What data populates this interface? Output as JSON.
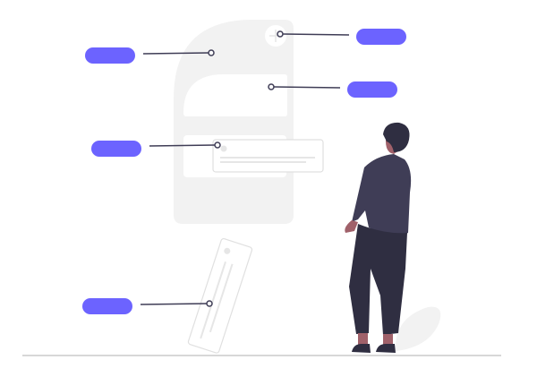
{
  "colors": {
    "accent": "#6c63ff",
    "phone": "#f2f2f2",
    "line": "#3f3d56",
    "shirt": "#3f3d56",
    "pants": "#2f2e41",
    "skin": "#a0616a",
    "ground": "#cacaca"
  },
  "callouts": [
    {
      "name": "callout-top-left"
    },
    {
      "name": "callout-plus"
    },
    {
      "name": "callout-card"
    },
    {
      "name": "callout-popup"
    },
    {
      "name": "callout-bottom"
    }
  ]
}
